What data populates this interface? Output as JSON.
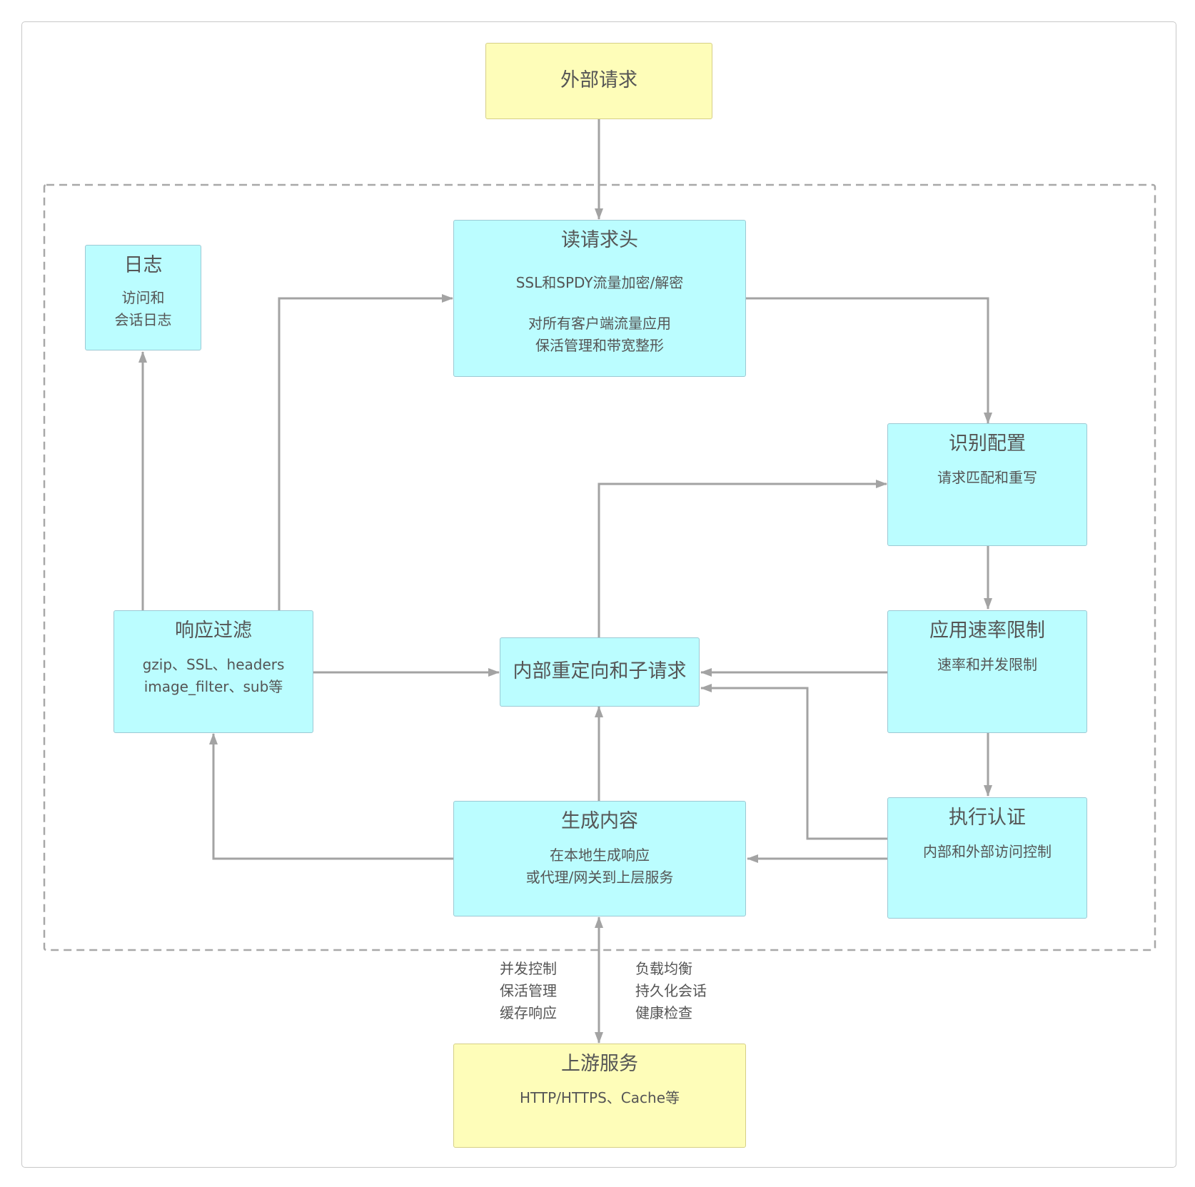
{
  "nodes": {
    "external_request": {
      "title": "外部请求"
    },
    "read_header": {
      "title": "读请求头",
      "line1": "SSL和SPDY流量加密/解密",
      "line2": "对所有客户端流量应用",
      "line3": "保活管理和带宽整形"
    },
    "log": {
      "title": "日志",
      "line1": "访问和",
      "line2": "会话日志"
    },
    "identify_config": {
      "title": "识别配置",
      "line1": "请求匹配和重写"
    },
    "rate_limit": {
      "title": "应用速率限制",
      "line1": "速率和并发限制"
    },
    "response_filter": {
      "title": "响应过滤",
      "line1": "gzip、SSL、headers",
      "line2": "image_filter、sub等"
    },
    "internal_redirect": {
      "title": "内部重定向和子请求"
    },
    "auth": {
      "title": "执行认证",
      "line1": "内部和外部访问控制"
    },
    "generate_content": {
      "title": "生成内容",
      "line1": "在本地生成响应",
      "line2": "或代理/网关到上层服务"
    },
    "upstream": {
      "title": "上游服务",
      "line1": "HTTP/HTTPS、Cache等"
    }
  },
  "edge_labels": {
    "left": [
      "并发控制",
      "保活管理",
      "缓存响应"
    ],
    "right": [
      "负载均衡",
      "持久化会话",
      "健康检查"
    ]
  },
  "colors": {
    "process_fill": "#bbfdff",
    "endpoint_fill": "#fefdb9",
    "line": "#a3a3a3",
    "text": "#555555"
  }
}
